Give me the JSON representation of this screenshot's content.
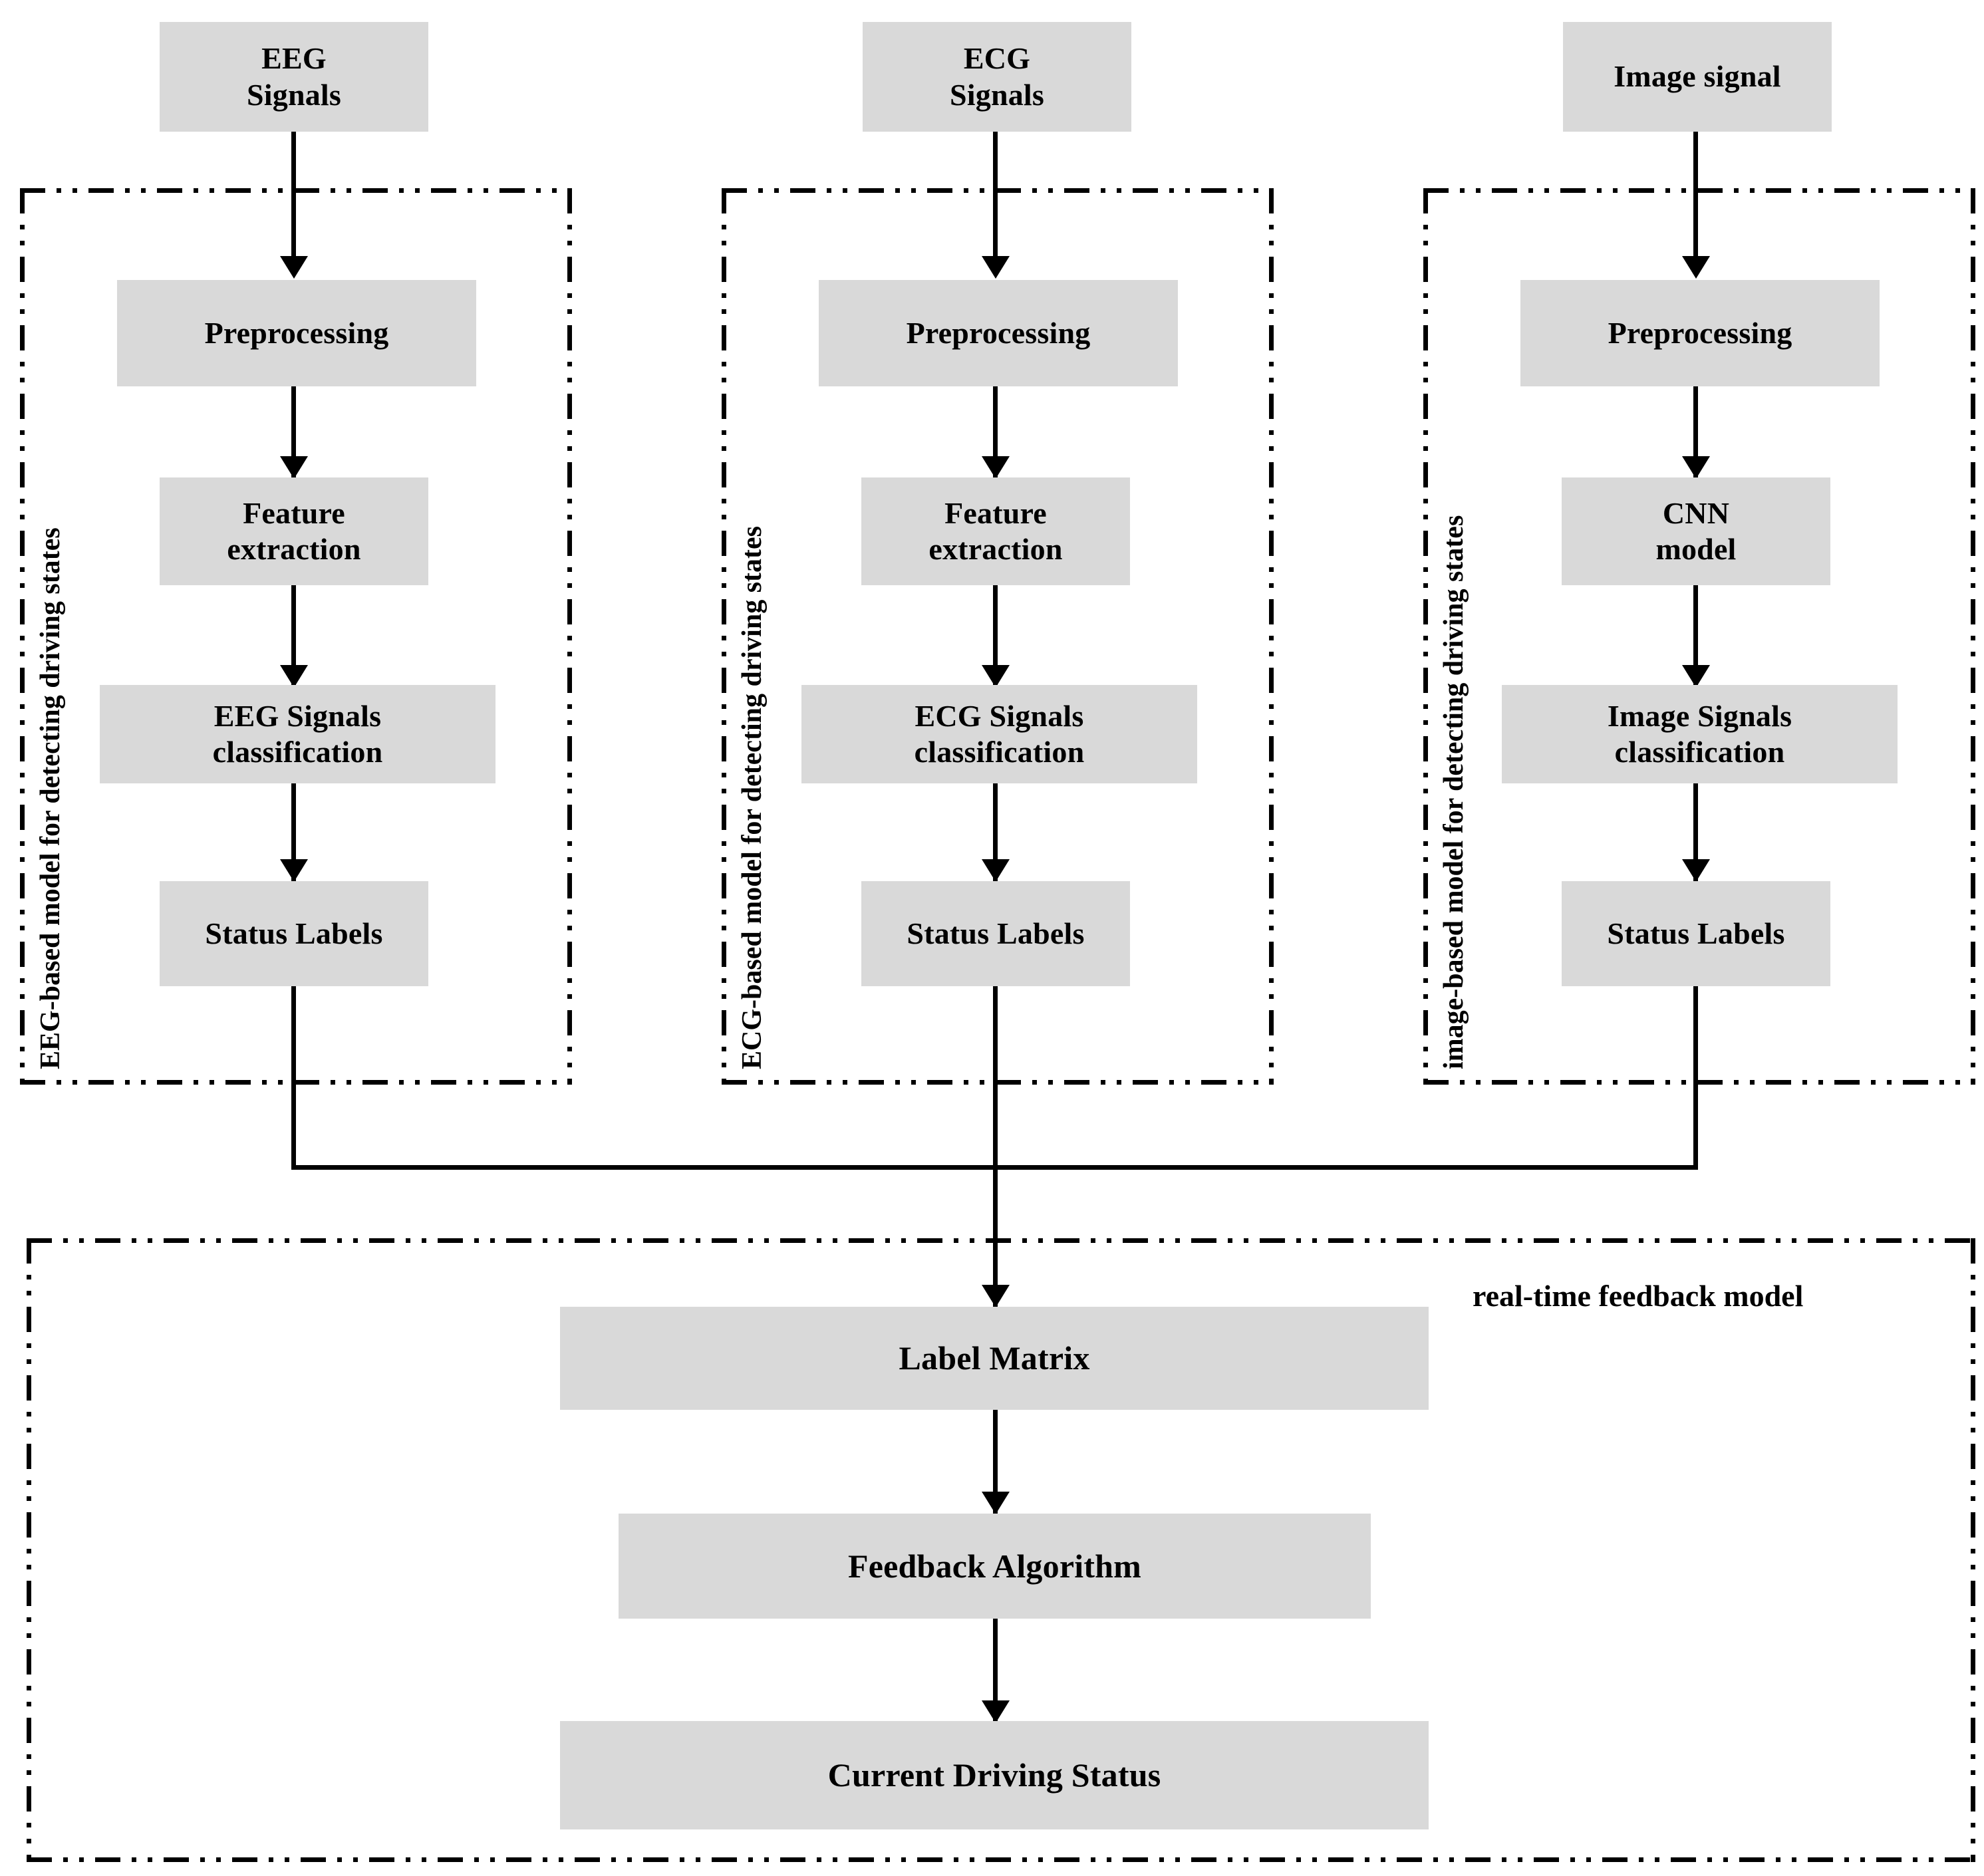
{
  "diagram": {
    "title": "Multimodal driving-state detection and real-time feedback architecture",
    "box_fill": "#d9d9d9",
    "stroke": "#000000",
    "background": "#ffffff"
  },
  "columns": [
    {
      "id": "eeg",
      "source_label": "EEG\nSignals",
      "panel_label": "EEG-based model for detecting driving states",
      "steps": [
        {
          "label": "Preprocessing"
        },
        {
          "label": "Feature\nextraction"
        },
        {
          "label": "EEG Signals\nclassification"
        },
        {
          "label": "Status Labels"
        }
      ]
    },
    {
      "id": "ecg",
      "source_label": "ECG\nSignals",
      "panel_label": "ECG-based model for detecting driving states",
      "steps": [
        {
          "label": "Preprocessing"
        },
        {
          "label": "Feature\nextraction"
        },
        {
          "label": "ECG Signals\nclassification"
        },
        {
          "label": "Status Labels"
        }
      ]
    },
    {
      "id": "image",
      "source_label": "Image signal",
      "panel_label": "image-based model for detecting driving states",
      "steps": [
        {
          "label": "Preprocessing"
        },
        {
          "label": "CNN\nmodel"
        },
        {
          "label": "Image Signals\nclassification"
        },
        {
          "label": "Status Labels"
        }
      ]
    }
  ],
  "feedback": {
    "panel_label": "real-time feedback model",
    "steps": [
      {
        "label": "Label Matrix"
      },
      {
        "label": "Feedback Algorithm"
      },
      {
        "label": "Current Driving Status"
      }
    ]
  }
}
